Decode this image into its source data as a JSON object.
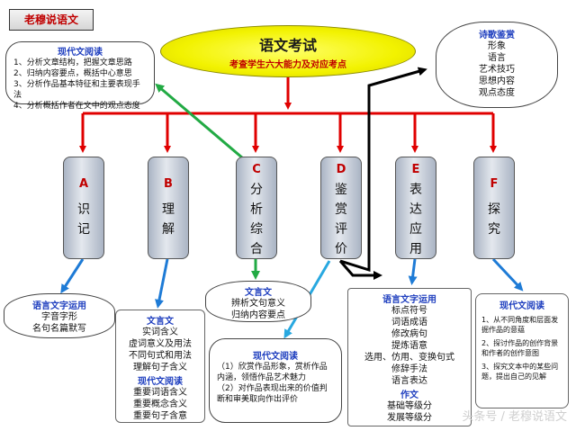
{
  "tag": "老穆说语文",
  "main": {
    "title": "语文考试",
    "subtitle": "考查学生六大能力及对应考点"
  },
  "modern_reading_top": {
    "title": "现代文阅读",
    "items": [
      "1、分析文章结构，把握文章思路",
      "2、归纳内容要点，概括中心意思",
      "3、分析作品基本特征和主要表现手法",
      "4、分析概括作者在文中的观点态度"
    ]
  },
  "poetry": {
    "title": "诗歌鉴赏",
    "items": [
      "形象",
      "语言",
      "艺术技巧",
      "思想内容",
      "观点态度"
    ]
  },
  "abilities": [
    {
      "letter": "A",
      "chars": [
        "识",
        "记"
      ]
    },
    {
      "letter": "B",
      "chars": [
        "理",
        "解"
      ]
    },
    {
      "letter": "C",
      "chars": [
        "分",
        "析",
        "综",
        "合"
      ]
    },
    {
      "letter": "D",
      "chars": [
        "鉴",
        "赏",
        "评",
        "价"
      ]
    },
    {
      "letter": "E",
      "chars": [
        "表",
        "达",
        "应",
        "用"
      ]
    },
    {
      "letter": "F",
      "chars": [
        "探",
        "究"
      ]
    }
  ],
  "box_a": {
    "title": "语言文字运用",
    "items": [
      "字音字形",
      "名句名篇默写"
    ]
  },
  "box_b": {
    "title": "文言文",
    "items": [
      "实词含义",
      "虚词意义及用法",
      "不同句式和用法",
      "理解句子含义"
    ],
    "title2": "现代文阅读",
    "items2": [
      "重要词语含义",
      "重要概念含义",
      "重要句子含意"
    ]
  },
  "box_c": {
    "title": "文言文",
    "items": [
      "辨析文句意义",
      "归纳内容要点"
    ]
  },
  "box_d": {
    "title": "现代文阅读",
    "items": [
      "（1）欣赏作品形象，赏析作品",
      "内涵，领悟作品艺术魅力",
      "（2）对作品表现出来的价值判",
      "断和审美取向作出评价"
    ]
  },
  "box_e": {
    "title": "语言文字运用",
    "items": [
      "标点符号",
      "词语成语",
      "修改病句",
      "提炼语意",
      "选用、仿用、变换句式",
      "修辞手法",
      "语言表达"
    ],
    "title2": "作文",
    "items2": [
      "基础等级分",
      "发展等级分"
    ]
  },
  "box_f": {
    "title": "现代文阅读",
    "items": [
      "1、从不同角度和层面发掘作品的意蕴",
      "2、探讨作品的创作背景和作者的创作意图",
      "3、探究文本中的某些问题，提出自己的见解"
    ]
  },
  "watermark": "头条号 / 老穆说语文",
  "colors": {
    "red": "#e00000",
    "green": "#22aa44",
    "blue": "#1e7bd6",
    "black": "#000000",
    "lightblue": "#28a8e0"
  }
}
